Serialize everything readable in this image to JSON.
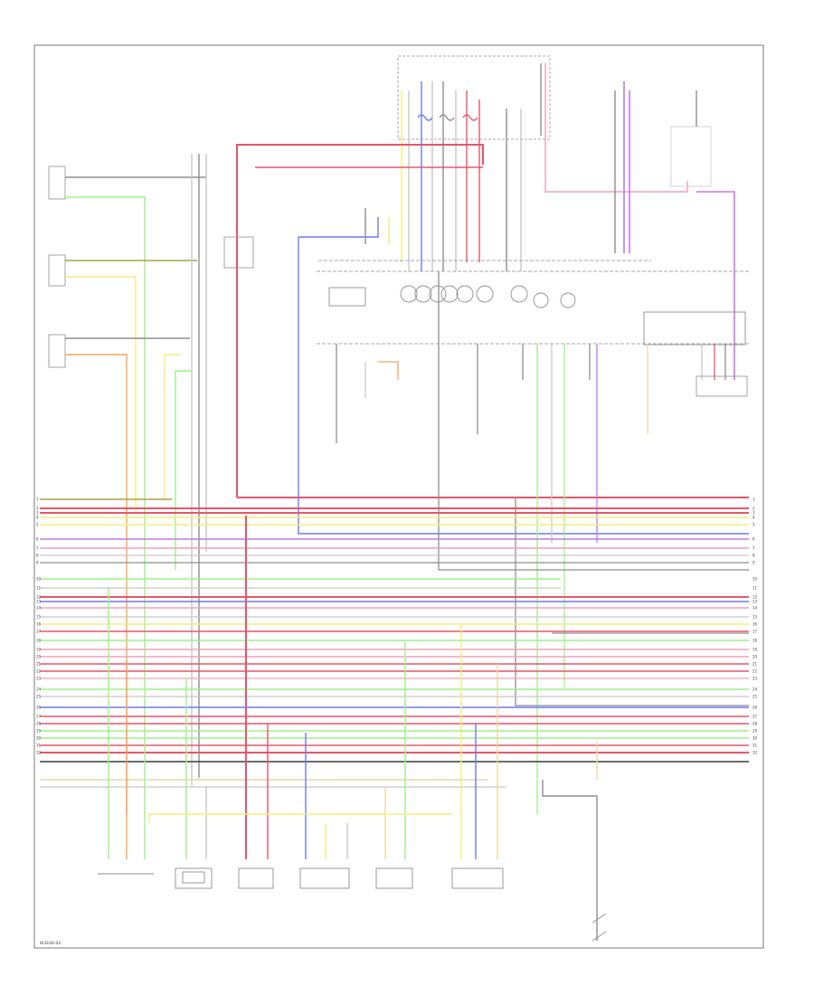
{
  "diagram": {
    "corner_code": "W3E46-02",
    "colors": {
      "red": "#e8556a",
      "pink": "#f2a1b8",
      "blue": "#6f79f0",
      "yellow": "#f2ef7a",
      "green": "#9ff08a",
      "orange": "#f5a45c",
      "violet": "#c278e6",
      "gray": "#8e8e8e",
      "light_gray": "#c8c8c8",
      "black": "#3c3c3c",
      "tan": "#e9d8a6",
      "frame": "#7a7a7a"
    },
    "left_pins": [
      "1",
      "2",
      "3",
      "4",
      "5",
      "6",
      "7",
      "8",
      "9",
      "10",
      "11",
      "12",
      "13",
      "14",
      "15",
      "16",
      "17",
      "18",
      "19",
      "20",
      "21",
      "22",
      "23",
      "24",
      "25",
      "26",
      "27",
      "28",
      "29",
      "30",
      "31",
      "32"
    ],
    "right_pins": [
      "1",
      "2",
      "3",
      "4",
      "5",
      "6",
      "7",
      "8",
      "9",
      "10",
      "11",
      "12",
      "13",
      "14",
      "15",
      "16",
      "17",
      "18",
      "19",
      "20",
      "21",
      "22",
      "23",
      "24",
      "25",
      "26",
      "27",
      "28",
      "29",
      "30",
      "31",
      "32"
    ]
  }
}
